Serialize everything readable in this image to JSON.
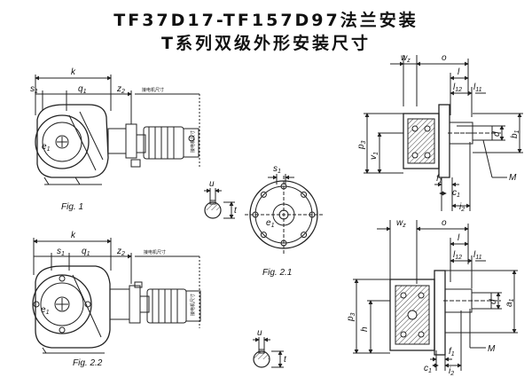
{
  "title_line1": "TF37D17-TF157D97法兰安装",
  "title_line2": "T系列双级外形安装尺寸",
  "captions": {
    "fig1": "Fig. 1",
    "fig21": "Fig. 2.1",
    "fig22": "Fig. 2.2"
  },
  "motor_size_note": "接电机尺寸",
  "motor_size_note_vertical": "接电机尺寸",
  "labels": {
    "k": "k",
    "s1": "s",
    "s1_sub": "1",
    "q1": "q",
    "q1_sub": "1",
    "z2": "z",
    "z2_sub": "2",
    "e1": "e",
    "e1_sub": "1",
    "u": "u",
    "t": "t",
    "wz": "w",
    "wz_sub": "z",
    "o": "o",
    "l": "l",
    "l12": "l",
    "l12_sub": "12",
    "l11": "l",
    "l11_sub": "11",
    "p3": "p",
    "p3_sub": "3",
    "v1": "v",
    "v1_sub": "1",
    "h": "h",
    "d": "d",
    "b1": "b",
    "b1_sub": "1",
    "a1": "a",
    "a1_sub": "1",
    "M": "M",
    "f1": "f",
    "f1_sub": "1",
    "c1": "c",
    "c1_sub": "1",
    "i2": "i",
    "i2_sub": "2"
  },
  "colors": {
    "line": "#222222",
    "hatch": "#444444"
  }
}
